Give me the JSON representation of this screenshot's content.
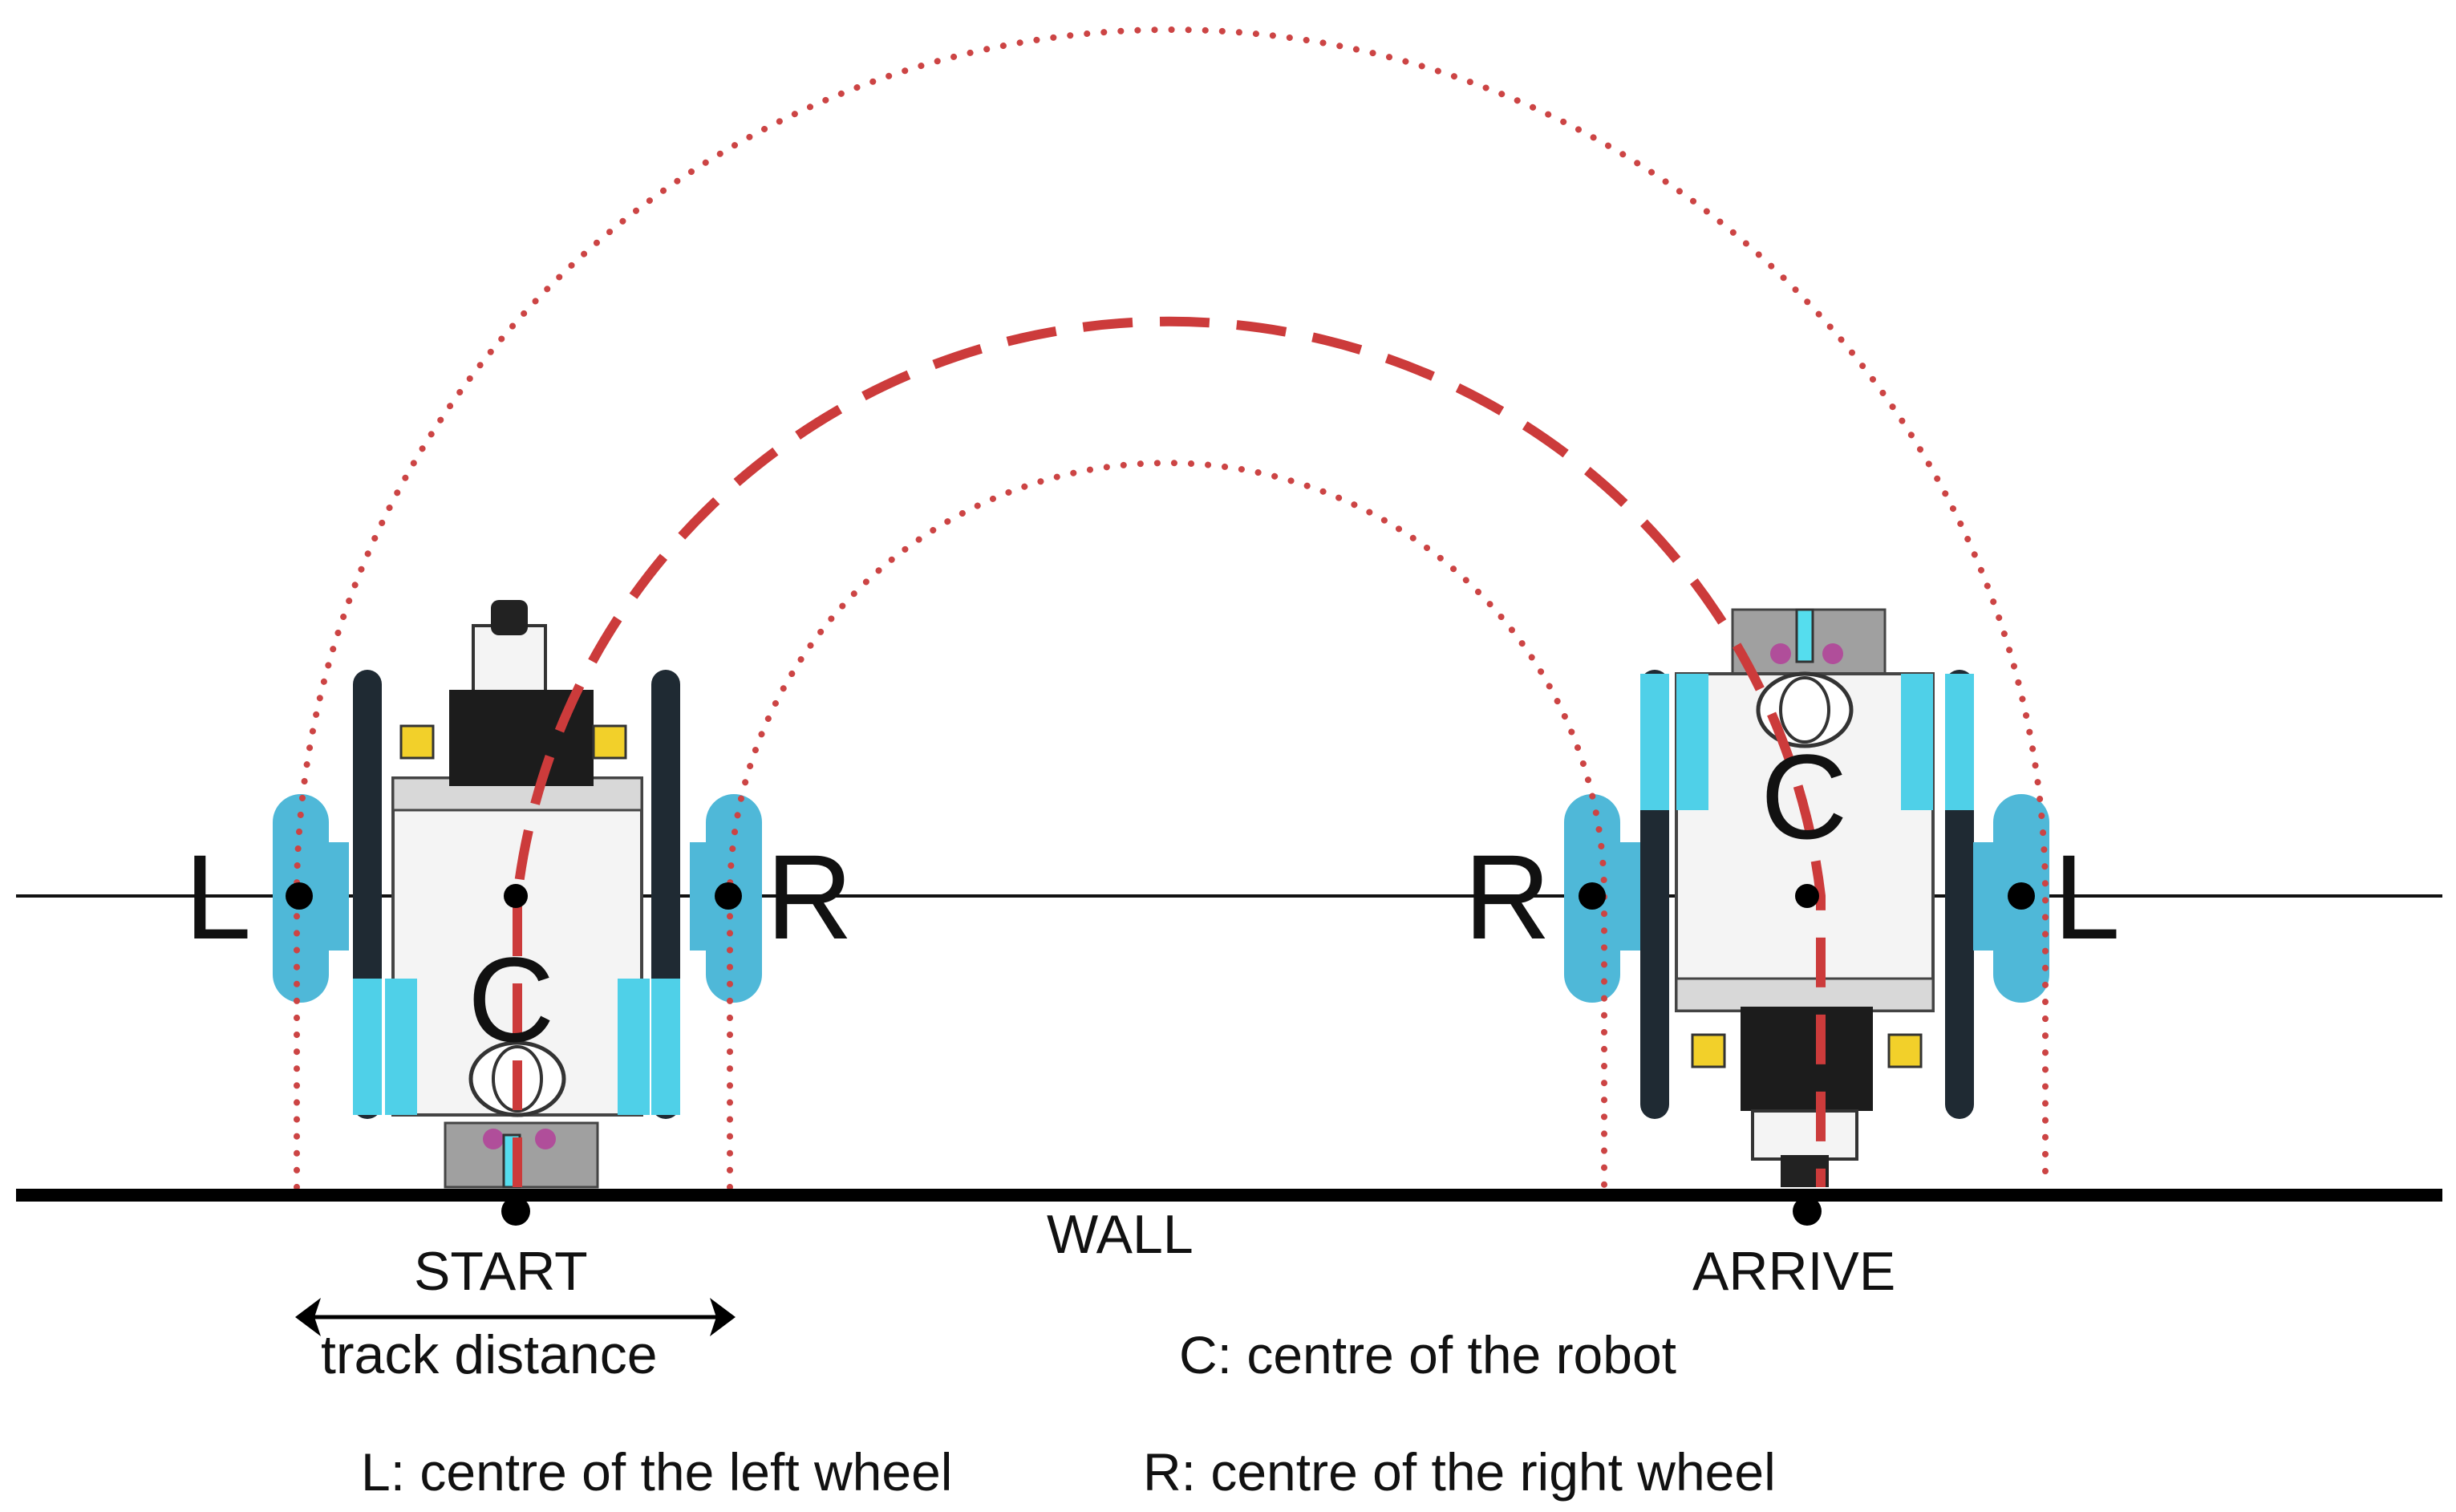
{
  "labels": {
    "left_wheel": "L",
    "right_wheel": "R",
    "centre": "C",
    "wall": "WALL",
    "start": "START",
    "arrive": "ARRIVE",
    "track_distance": "track distance"
  },
  "legend": {
    "centre": "C: centre of the robot",
    "left": "L: centre of the left wheel",
    "right": "R: centre of the right wheel"
  },
  "colors": {
    "path": "#cc4444",
    "line": "#111111",
    "wheel": "#4fb8d8",
    "accent_cyan": "#55ddee",
    "accent_yellow": "#f2d02a",
    "accent_magenta": "#b04e9a",
    "body_white": "#f4f4f4",
    "body_gray": "#9a9a9a"
  }
}
